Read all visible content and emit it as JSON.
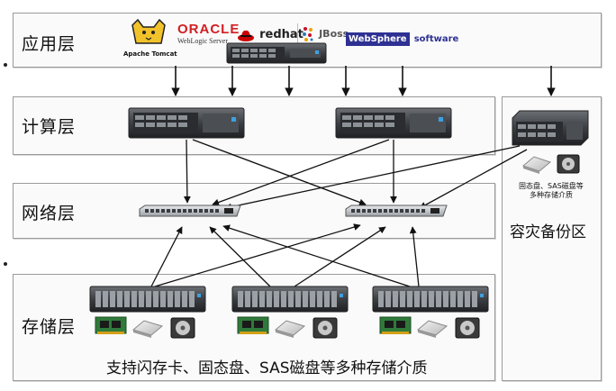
{
  "layers": {
    "app": "应用层",
    "compute": "计算层",
    "network": "网络层",
    "storage": "存储层",
    "dr": "容灾备份区"
  },
  "logos": {
    "tomcat": "Apache Tomcat",
    "oracle": "ORACLE",
    "oracle_sub": "WebLogic Server",
    "redhat": "redhat",
    "jboss": "JBoss",
    "websphere": "WebSphere",
    "websphere_software": "software"
  },
  "dr_caption_line1": "固态盘、SAS磁盘等",
  "dr_caption_line2": "多种存储介质",
  "storage_caption": "支持闪存卡、固态盘、SAS磁盘等多种存储介质",
  "colors": {
    "border": "#9a9a9a",
    "oracle": "#d21f22",
    "redhat": "#cc0000",
    "websphere": "#2e3192",
    "jboss": "#c8102e"
  }
}
